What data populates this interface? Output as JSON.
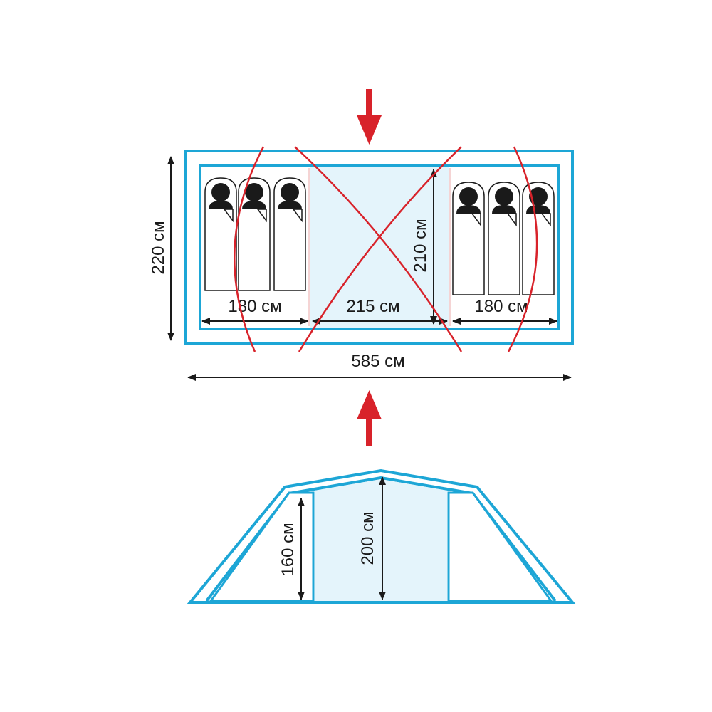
{
  "plan": {
    "depth_label": "220 см",
    "left_room_width_label": "180 см",
    "vestibule_width_label": "215 см",
    "vestibule_depth_label": "210 см",
    "right_room_width_label": "180 см",
    "total_length_label": "585 см",
    "left_room_sleeping_places": 3,
    "right_room_sleeping_places": 3
  },
  "profile": {
    "room_height_label": "160 см",
    "center_height_label": "200 см"
  },
  "colors": {
    "tent_outline": "#1da6d6",
    "vestibule_fill": "#e4f4fb",
    "poles": "#d8222a",
    "arrows": "#d8222a",
    "lines": "#1a1a1a"
  }
}
